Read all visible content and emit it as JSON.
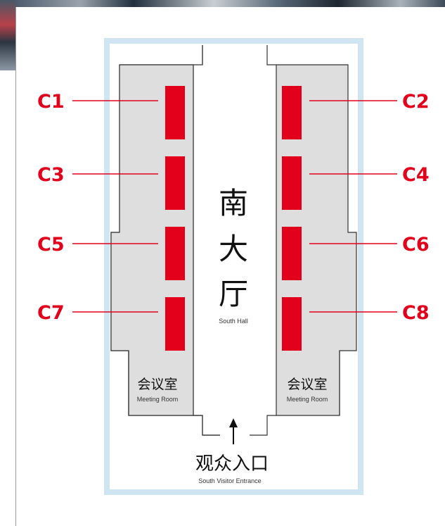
{
  "map": {
    "hall": {
      "name_cn_1": "南",
      "name_cn_2": "大",
      "name_cn_3": "厅",
      "name_en": "South Hall"
    },
    "meeting_room_left": {
      "name_cn": "会议室",
      "name_en": "Meeting Room"
    },
    "meeting_room_right": {
      "name_cn": "会议室",
      "name_en": "Meeting Room"
    },
    "entrance": {
      "name_cn": "观众入口",
      "name_en": "South Visitor Entrance"
    },
    "booths": [
      {
        "id": "C1"
      },
      {
        "id": "C2"
      },
      {
        "id": "C3"
      },
      {
        "id": "C4"
      },
      {
        "id": "C5"
      },
      {
        "id": "C6"
      },
      {
        "id": "C7"
      },
      {
        "id": "C8"
      }
    ]
  },
  "colors": {
    "booth": "#e2001a",
    "label": "#e2001a",
    "wing_fill": "#dedede",
    "outer_border": "#cfe5f2"
  }
}
